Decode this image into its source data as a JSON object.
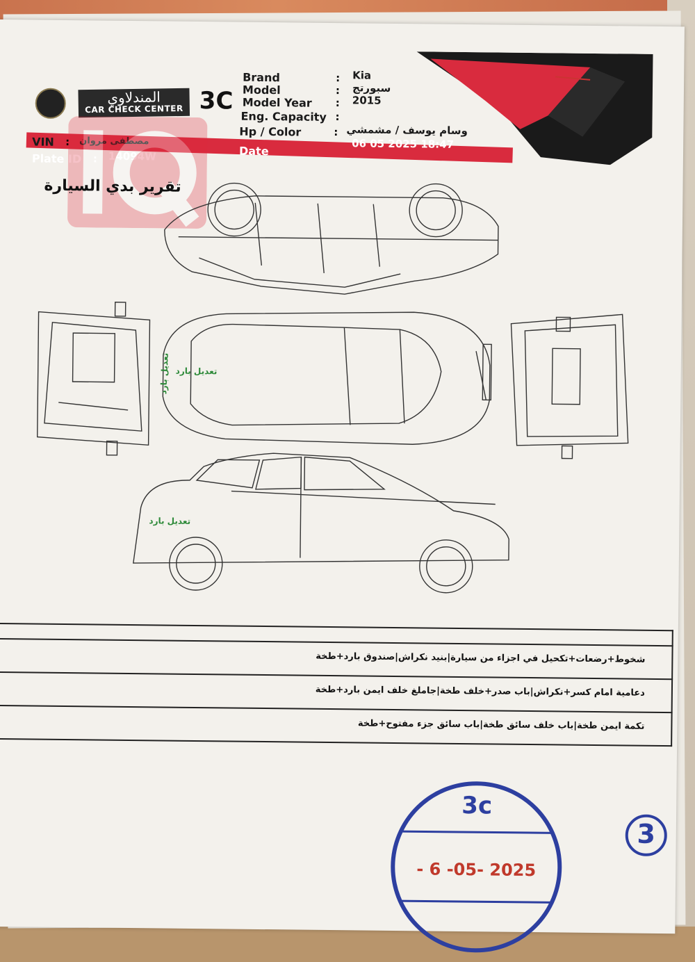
{
  "header": {
    "brand_label": "Brand",
    "model_label": "Model",
    "model_year_label": "Model Year",
    "eng_capacity_label": "Eng. Capacity",
    "hp_color_label": "Hp / Color",
    "brand_value": "Kia",
    "model_value": "سبورتج",
    "model_year_value": "2015",
    "eng_capacity_value": "",
    "hp_color_value": "وسام يوسف / مشمشي",
    "vin_label": "VIN",
    "vin_value": "مصطفى مروان",
    "plate_label": "Plate ID",
    "plate_value": "14094W",
    "date_label": "Date",
    "date_value": "06 05 2025 18:47",
    "code": "3C",
    "colon": ":"
  },
  "logo": {
    "name_ar": "المندلاوي",
    "name_en": "CAR CHECK CENTER"
  },
  "report_title": "تقرير بدي السيارة",
  "diagram_notes": {
    "left_side_note": "تعديل بارد",
    "side_view_note_1": "تعديل بارد",
    "side_view_note_2": "تعديل بارد"
  },
  "findings": [
    "شخوط+رضعات+تكحيل في اجزاء من سيارة|بنيد نكراش|صندوق بارد+طخة",
    "دعامية امام كسر+نكراش|باب صدر+خلف طخة|جاملغ خلف ايمن بارد+طخة",
    "تكمة ايمن طخة|باب خلف سائق طخة|باب سائق جزء مفتوح+طخة"
  ],
  "stamp": {
    "code": "3c",
    "date": "- 6 -05- 2025"
  },
  "page_number": "3",
  "colors": {
    "accent_red": "#d92b3e",
    "stamp_blue": "#2d3fa0",
    "stamp_red": "#c0392b",
    "note_green": "#2e8a3a"
  }
}
